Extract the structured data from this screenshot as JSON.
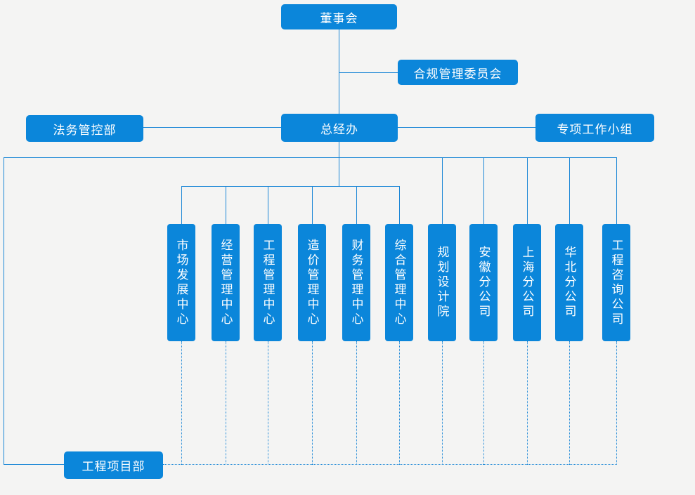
{
  "colors": {
    "node_fill": "#0b86da",
    "line": "#1c87d6",
    "bg": "#f4f4f3",
    "text": "#ffffff"
  },
  "board": {
    "label": "董事会"
  },
  "compliance_committee": {
    "label": "合规管理委员会"
  },
  "legal_dept": {
    "label": "法务管控部"
  },
  "gm_office": {
    "label": "总经办"
  },
  "special_task_group": {
    "label": "专项工作小组"
  },
  "project_dept": {
    "label": "工程项目部"
  },
  "departments": [
    {
      "label": "市场发展中心"
    },
    {
      "label": "经营管理中心"
    },
    {
      "label": "工程管理中心"
    },
    {
      "label": "造价管理中心"
    },
    {
      "label": "财务管理中心"
    },
    {
      "label": "综合管理中心"
    },
    {
      "label": "规划设计院"
    },
    {
      "label": "安徽分公司"
    },
    {
      "label": "上海分公司"
    },
    {
      "label": "华北分公司"
    },
    {
      "label": "工程咨询公司"
    }
  ]
}
